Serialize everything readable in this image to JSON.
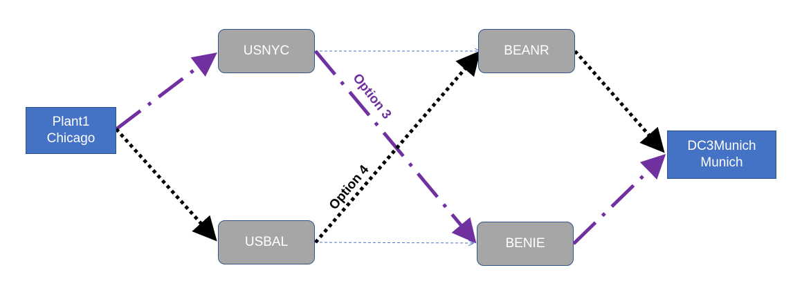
{
  "nodes": {
    "plant": {
      "line1": "Plant1",
      "line2": "Chicago"
    },
    "usnyc": {
      "label": "USNYC"
    },
    "usbal": {
      "label": "USBAL"
    },
    "beanr": {
      "label": "BEANR"
    },
    "benie": {
      "label": "BENIE"
    },
    "dc": {
      "line1": "DC3Munich",
      "line2": "Munich"
    }
  },
  "routes": {
    "option3": {
      "label": "Option 3",
      "color": "#7030a0"
    },
    "option4": {
      "label": "Option 4",
      "color": "#000000"
    },
    "alt_color": "#4472c4"
  }
}
